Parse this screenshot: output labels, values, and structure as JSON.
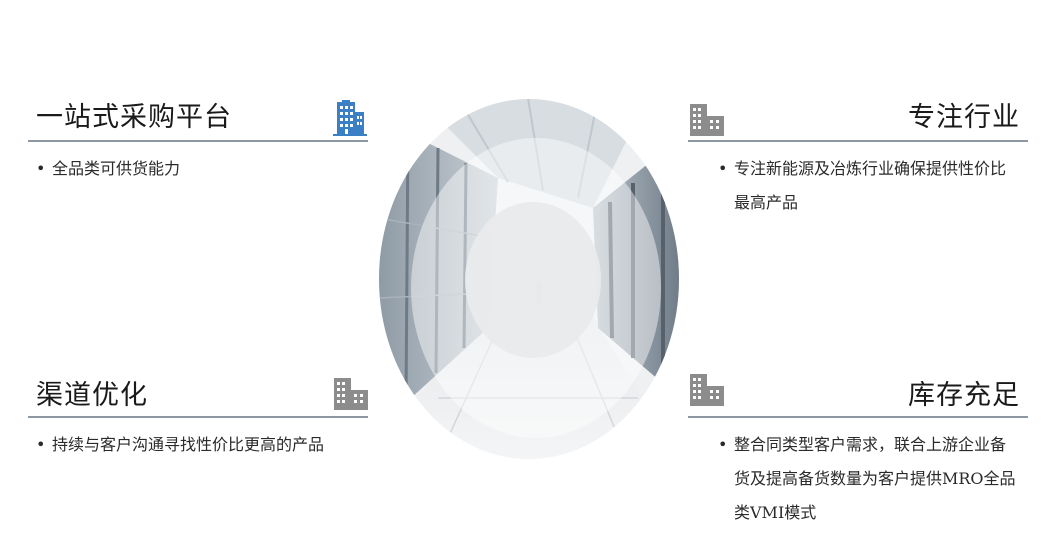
{
  "accent_color": "#3b7fc4",
  "icon_gray": "#8c8c8c",
  "sections": {
    "top_left": {
      "title": "一站式采购平台",
      "icon": "building-icon-blue",
      "bullet_lines": [
        "全品类可供货能力"
      ]
    },
    "top_right": {
      "title": "专注行业",
      "icon": "building-icon-gray",
      "bullet_lines": [
        "专注新能源及冶炼行业确保提供性价比",
        "最高产品"
      ]
    },
    "bottom_left": {
      "title": "渠道优化",
      "icon": "building-icon-gray",
      "bullet_lines": [
        "持续与客户沟通寻找性价比更高的产品"
      ]
    },
    "bottom_right": {
      "title": "库存充足",
      "icon": "building-icon-gray",
      "bullet_lines": [
        "整合同类型客户需求，联合上游企业备",
        "货及提高备货数量为客户提供MRO全品",
        "类VMI模式"
      ]
    }
  },
  "bullet_symbol": "•",
  "hero_image": "corridor-photo-circle"
}
